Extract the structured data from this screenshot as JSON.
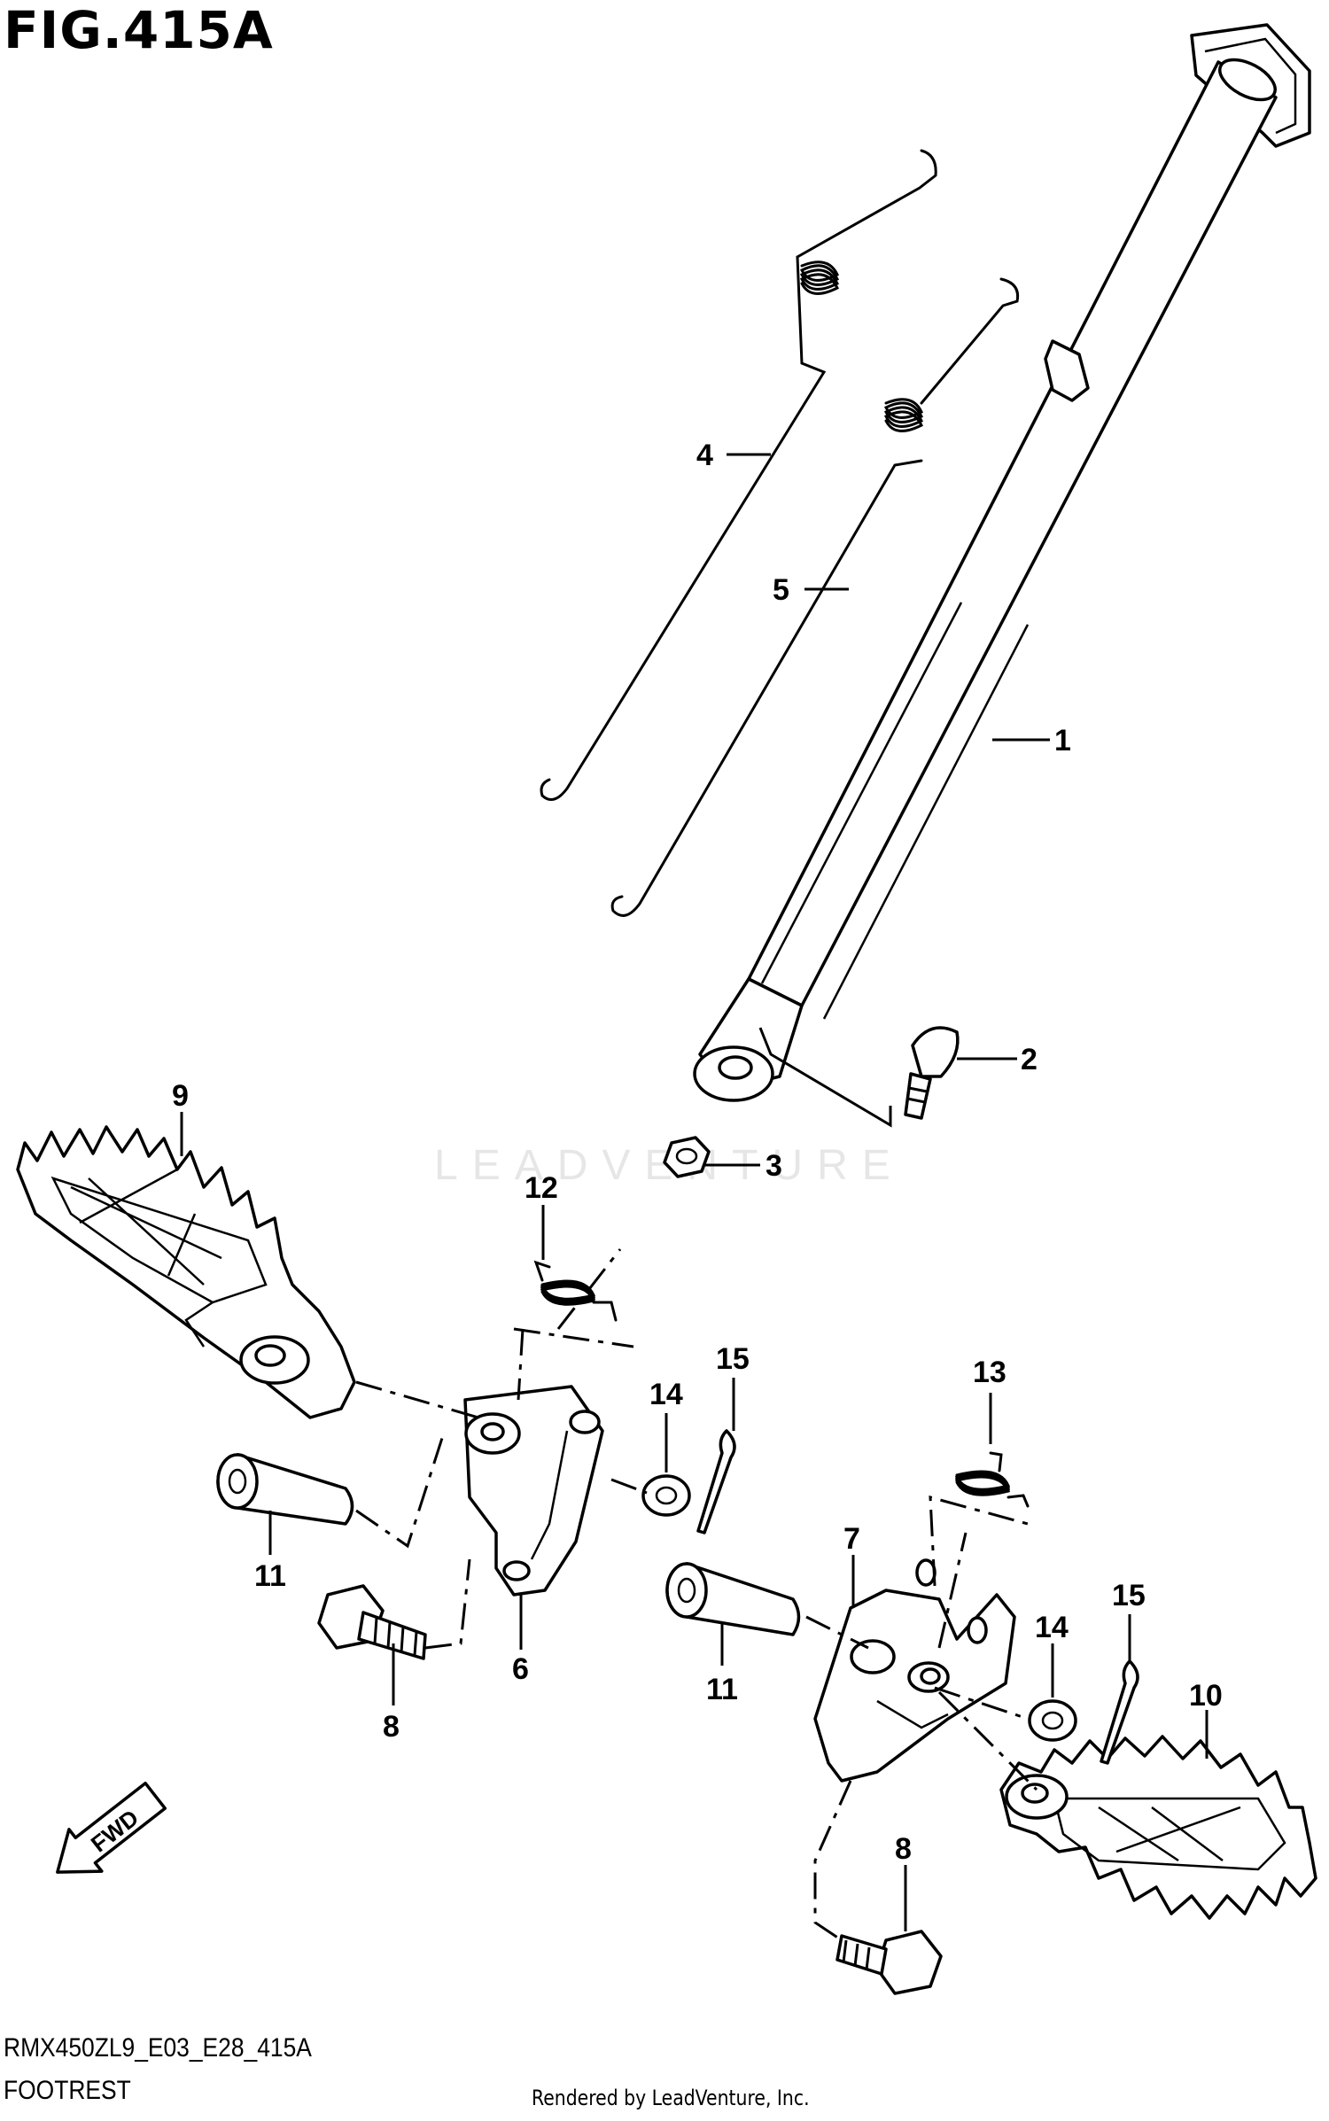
{
  "figure_title": "FIG.415A",
  "model_code": "RMX450ZL9_E03_E28_415A",
  "section_title": "FOOTREST",
  "credit": "Rendered by LeadVenture, Inc.",
  "watermark": "LEADVENTURE",
  "fwd_label": "FWD",
  "callouts": [
    "1",
    "2",
    "3",
    "4",
    "5",
    "6",
    "7",
    "8",
    "8",
    "9",
    "10",
    "11",
    "11",
    "12",
    "13",
    "14",
    "14",
    "15",
    "15"
  ],
  "colors": {
    "ink": "#000000",
    "paper": "#ffffff",
    "watermark": "#e6e6e6"
  }
}
